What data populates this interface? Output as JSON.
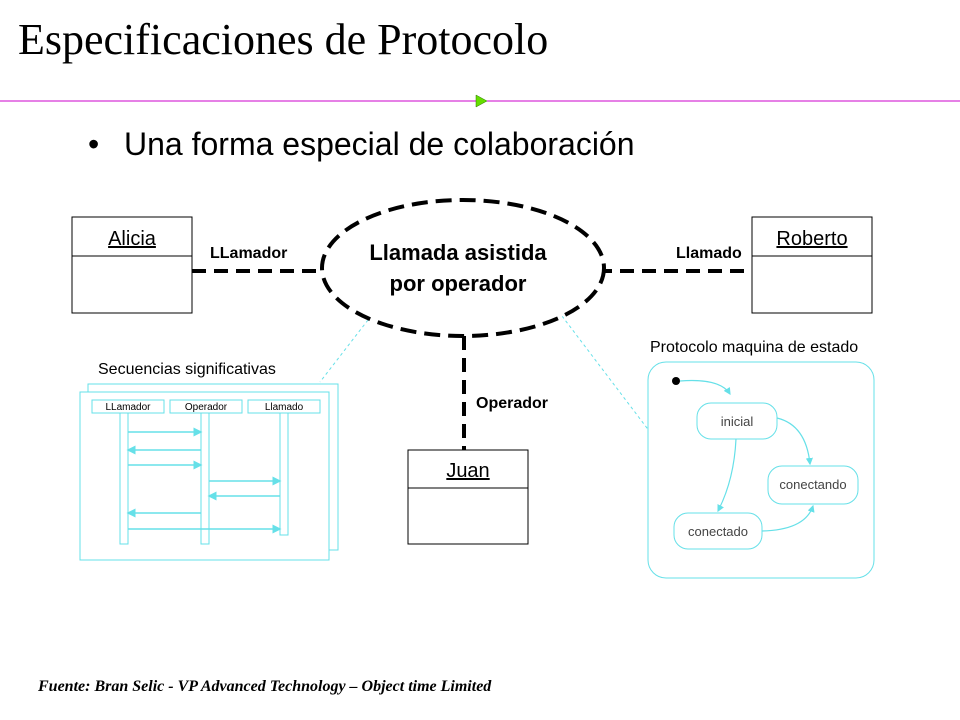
{
  "slide": {
    "title": "Especificaciones de Protocolo",
    "bullet_symbol": "•",
    "bullet": "Una forma especial de colaboración",
    "footer": "Fuente: Bran Selic - VP Advanced Technology – Object time Limited"
  },
  "diagram": {
    "collaboration": {
      "line1": "Llamada asistida",
      "line2": "por operador"
    },
    "objects": {
      "left": "Alicia",
      "right": "Roberto",
      "bottom": "Juan"
    },
    "roles": {
      "left": "LLamador",
      "right": "Llamado",
      "bottom": "Operador"
    },
    "sequence": {
      "caption": "Secuencias significativas",
      "lifelines": [
        "LLamador",
        "Operador",
        "Llamado"
      ]
    },
    "state_machine": {
      "caption": "Protocolo maquina de estado",
      "states": [
        "inicial",
        "conectando",
        "conectado"
      ]
    }
  },
  "colors": {
    "rule_line": "#cc00cc",
    "arrow_marker": "#66dd00",
    "diagram_accent": "#66e0e8",
    "text": "#000000"
  }
}
